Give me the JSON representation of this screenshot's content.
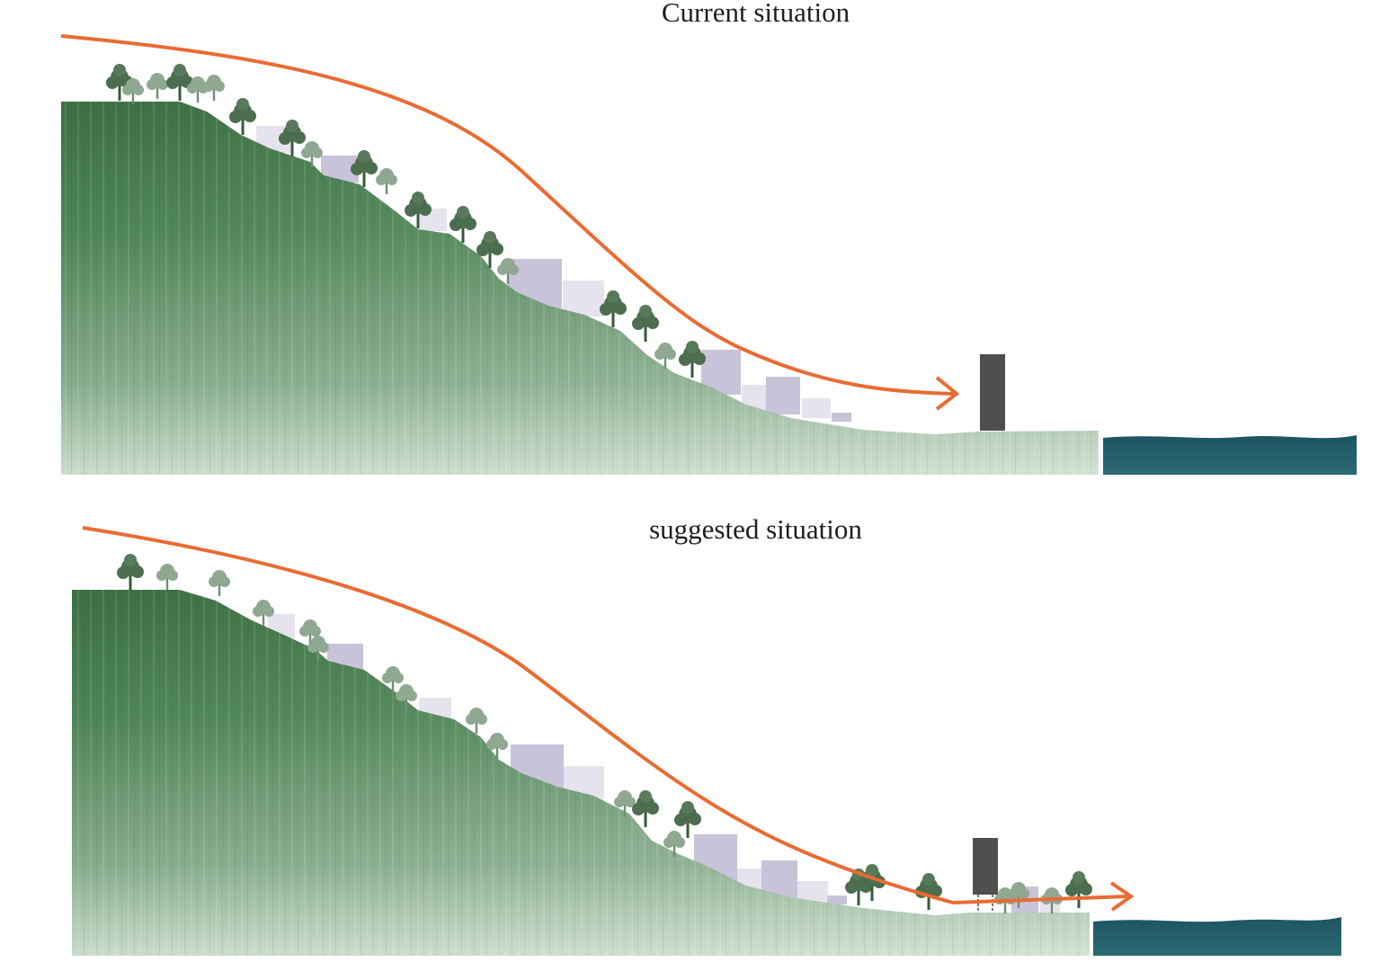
{
  "diagrams": {
    "current": {
      "title": "Current situation"
    },
    "suggested": {
      "title": "suggested situation"
    }
  },
  "colors": {
    "terrain_dark": "#3e7244",
    "terrain_light": "#c5d9c8",
    "water": "#1f5b66",
    "arrow": "#e96b33",
    "building": "#c8c3d8",
    "building_light": "#e6e3ee",
    "tower": "#4f4f4f",
    "tree_dark": "#4c6e4e",
    "tree_light": "#8fa892"
  },
  "icons": [
    "tree-icon",
    "building-block",
    "tower-block",
    "flow-arrow"
  ]
}
